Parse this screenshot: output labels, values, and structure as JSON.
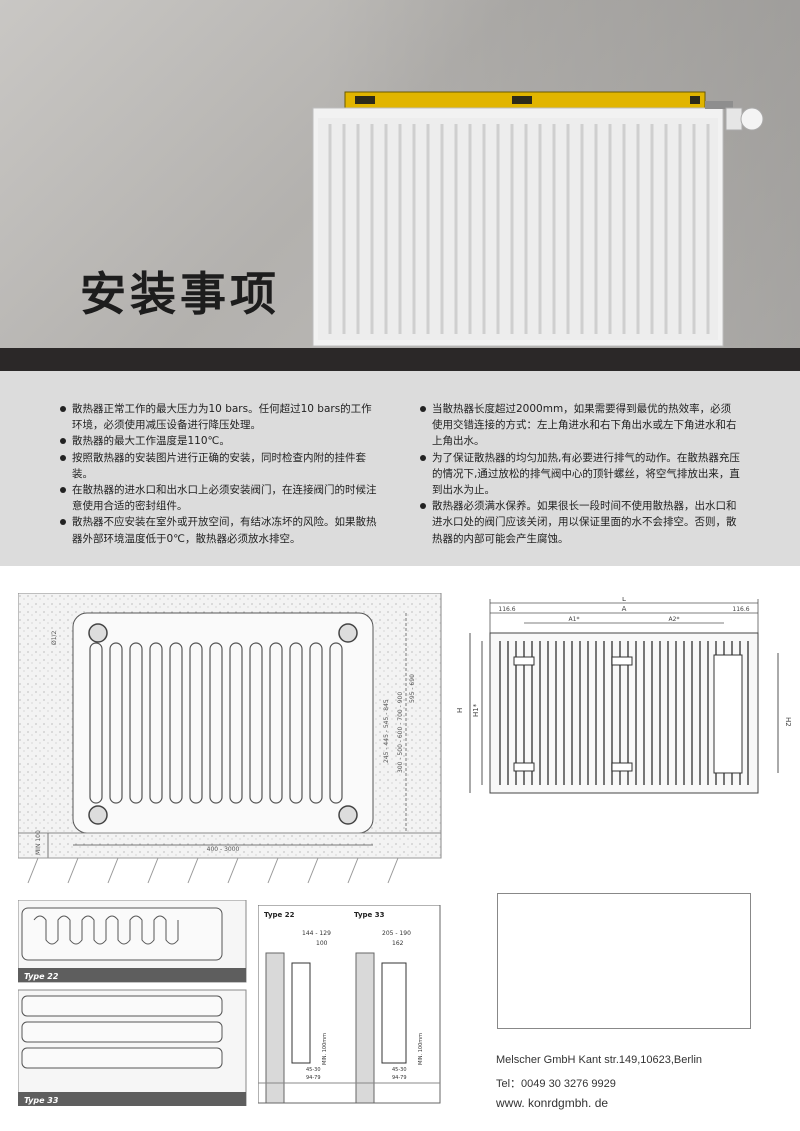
{
  "hero": {
    "title": "安装事项"
  },
  "notes": {
    "left": [
      "散热器正常工作的最大压力为10 bars。任何超过10 bars的工作环境，必须使用减压设备进行降压处理。",
      "散热器的最大工作温度是110℃。",
      "按照散热器的安装图片进行正确的安装，同时检查内附的挂件套装。",
      "在散热器的进水口和出水口上必须安装阀门，在连接阀门的时候注意使用合适的密封组件。",
      "散热器不应安装在室外或开放空间，有结冰冻坏的风险。如果散热器外部环境温度低于0℃，散热器必须放水排空。"
    ],
    "right": [
      "当散热器长度超过2000mm，如果需要得到最优的热效率，必须使用交错连接的方式：左上角进水和右下角出水或左下角进水和右上角出水。",
      "为了保证散热器的均匀加热,有必要进行排气的动作。在散热器充压的情况下,通过放松的排气阀中心的顶针螺丝，将空气排放出来，直到出水为止。",
      "散热器必须满水保养。如果很长一段时间不使用散热器，出水口和进水口处的阀门应该关闭，用以保证里面的水不会排空。否则，散热器的内部可能会产生腐蚀。"
    ]
  },
  "diagram_front": {
    "label_top": "Ø1/2",
    "label_min": "MIN 100",
    "label_width": "400 - 3000",
    "label_heights_a": "245 - 445 - 545 - 845",
    "label_heights_b": "300 - 500 - 600 - 700 - 900",
    "label_heights_c": "595 - 690"
  },
  "diagram_dims": {
    "L": "L",
    "A": "A",
    "A1": "A1*",
    "A2": "A2*",
    "left_offset": "116.6",
    "right_offset": "116.6",
    "H": "H",
    "H1": "H1*",
    "H2": "H2"
  },
  "type_profiles": {
    "type22": "Type 22",
    "type33": "Type 33"
  },
  "wall_mount": {
    "type22": {
      "title": "Type 22",
      "dim_a": "144 - 129",
      "dim_b": "100",
      "min": "MIN. 100mm",
      "dim_c": "45-30",
      "dim_d": "94-79"
    },
    "type33": {
      "title": "Type 33",
      "dim_a": "205 - 190",
      "dim_b": "162",
      "min": "MIN. 100mm",
      "dim_c": "45-30",
      "dim_d": "94-79"
    }
  },
  "contact": {
    "company": "Melscher GmbH Kant str.149,10623,Berlin",
    "tel": "Tel：0049 30 3276 9929",
    "web": "www. konrdgmbh. de"
  }
}
